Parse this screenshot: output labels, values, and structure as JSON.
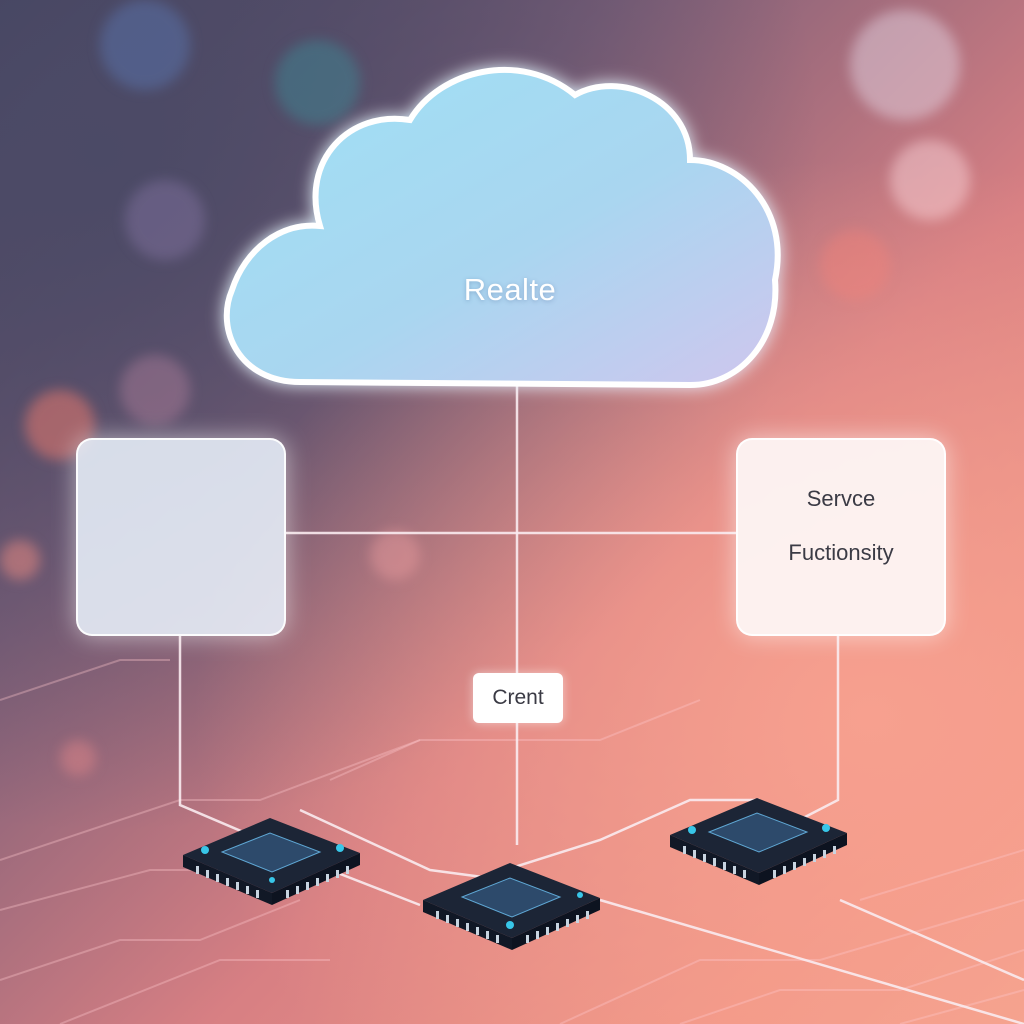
{
  "diagram": {
    "cloud": {
      "label": "Realte"
    },
    "left_box": {
      "label": ""
    },
    "right_box": {
      "lines": [
        "Servce",
        "Fuctionsity"
      ]
    },
    "center_tag": {
      "label": "Crent"
    },
    "chips": [
      "left-chip",
      "center-chip",
      "right-chip"
    ]
  },
  "colors": {
    "cloud_top": "#9fdaf2",
    "cloud_bottom": "#c5c8ef",
    "background_dark": "#3e3f5c",
    "background_warm": "#f19786",
    "chip_body": "#1f2a3d",
    "chip_accent": "#38c6e8",
    "connector_line": "#f3e4ea"
  }
}
